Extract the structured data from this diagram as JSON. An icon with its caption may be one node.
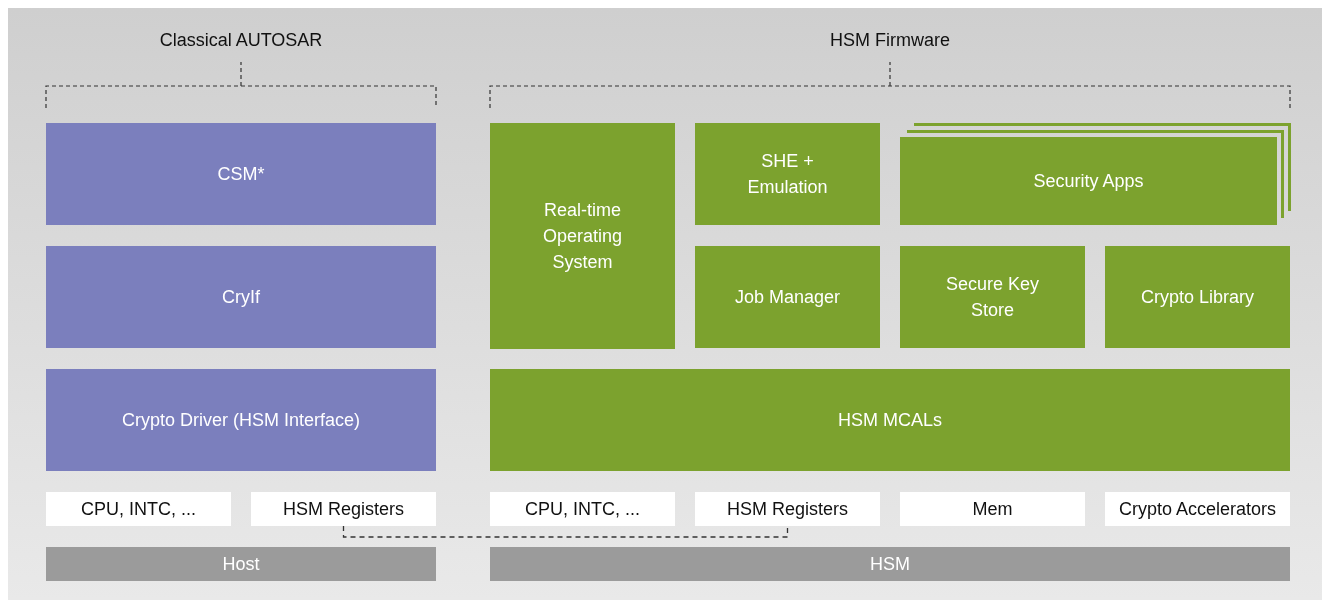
{
  "diagram": {
    "nodes": [
      {
        "text": [
          "CSM*"
        ]
      },
      {
        "text": [
          "CryIf"
        ]
      },
      {
        "text": [
          "Crypto Driver (HSM Interface)"
        ]
      },
      {
        "text": [
          "Real-time Operating System"
        ]
      },
      {
        "text": [
          "SHE + Emulation"
        ]
      },
      {
        "text": [
          "Security Apps"
        ]
      },
      {
        "text": [
          "Job Manager"
        ]
      },
      {
        "text": [
          "Secure Key Store"
        ]
      },
      {
        "text": [
          "Crypto Library"
        ]
      },
      {
        "text": [
          "HSM MCALs"
        ]
      },
      {
        "text": [
          "CPU, INTC, ..."
        ]
      },
      {
        "text": [
          "HSM Registers"
        ]
      },
      {
        "text": [
          "CPU, INTC, ..."
        ]
      },
      {
        "text": [
          "HSM Registers"
        ]
      },
      {
        "text": [
          "Mem"
        ]
      },
      {
        "text": [
          "Crypto Accelerators"
        ]
      },
      {
        "text": [
          "Host"
        ]
      },
      {
        "text": [
          "HSM"
        ]
      }
    ],
    "edges": [
      {
        "from": 11,
        "to": 13,
        "arrow": "none",
        "style": "dashed"
      }
    ],
    "labels": [
      "Classical AUTOSAR",
      "HSM Firmware"
    ]
  }
}
